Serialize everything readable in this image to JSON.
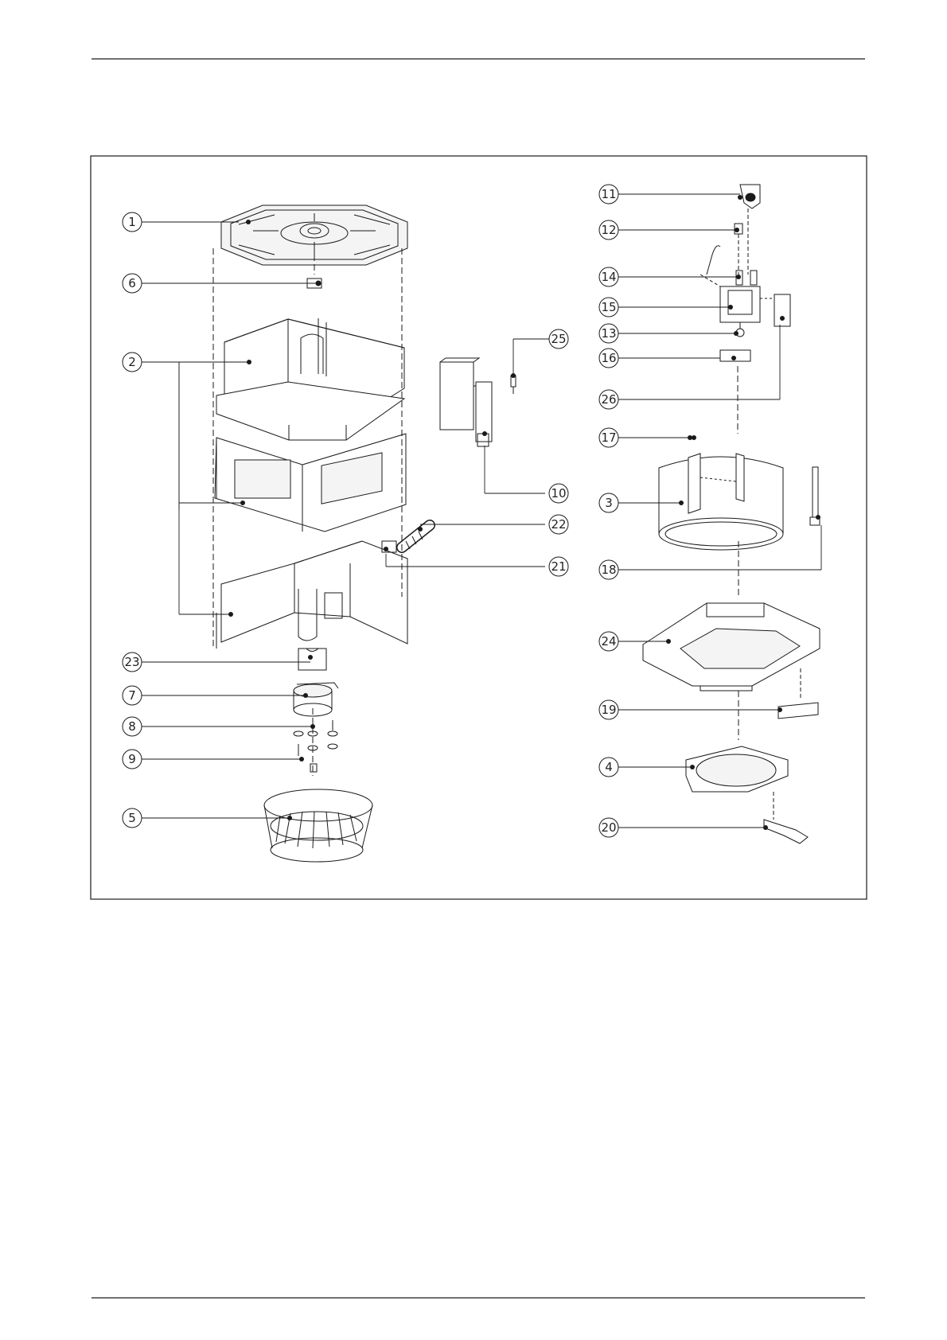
{
  "diagram": {
    "callouts": [
      {
        "id": "1",
        "label": "1"
      },
      {
        "id": "6",
        "label": "6"
      },
      {
        "id": "2",
        "label": "2"
      },
      {
        "id": "23",
        "label": "23"
      },
      {
        "id": "7",
        "label": "7"
      },
      {
        "id": "8",
        "label": "8"
      },
      {
        "id": "9",
        "label": "9"
      },
      {
        "id": "5",
        "label": "5"
      },
      {
        "id": "25",
        "label": "25"
      },
      {
        "id": "10",
        "label": "10"
      },
      {
        "id": "22",
        "label": "22"
      },
      {
        "id": "21",
        "label": "21"
      },
      {
        "id": "11",
        "label": "11"
      },
      {
        "id": "12",
        "label": "12"
      },
      {
        "id": "14",
        "label": "14"
      },
      {
        "id": "15",
        "label": "15"
      },
      {
        "id": "13",
        "label": "13"
      },
      {
        "id": "16",
        "label": "16"
      },
      {
        "id": "26",
        "label": "26"
      },
      {
        "id": "17",
        "label": "17"
      },
      {
        "id": "3",
        "label": "3"
      },
      {
        "id": "18",
        "label": "18"
      },
      {
        "id": "24",
        "label": "24"
      },
      {
        "id": "19",
        "label": "19"
      },
      {
        "id": "4",
        "label": "4"
      },
      {
        "id": "20",
        "label": "20"
      }
    ]
  },
  "colors": {
    "line": "#1a1a1a",
    "fill_light": "#f4f4f4",
    "fill_dark": "#444444"
  }
}
